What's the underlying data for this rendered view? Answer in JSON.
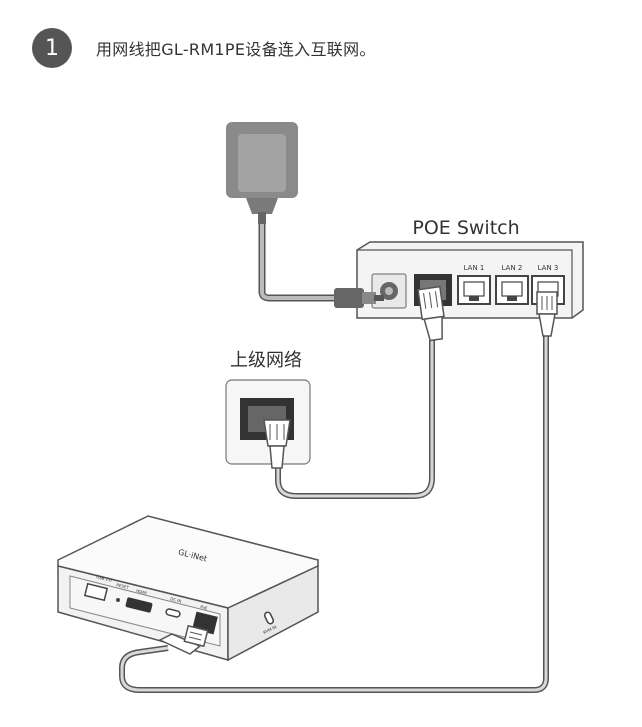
{
  "step": {
    "number": "1",
    "text": "用网线把GL-RM1PE设备连入互联网。"
  },
  "switch": {
    "title": "POE Switch",
    "ports": [
      "LAN 1",
      "LAN 2",
      "LAN 3"
    ]
  },
  "upstream": {
    "label": "上级网络"
  },
  "device": {
    "brand": "GL·iNet",
    "ports": [
      "USB 2.0",
      "RESET",
      "HDMI",
      "DC IN",
      "PoE",
      "KVM IN"
    ]
  },
  "colors": {
    "cable": "#bdbdbd",
    "dark": "#444444",
    "outline": "#555555"
  }
}
